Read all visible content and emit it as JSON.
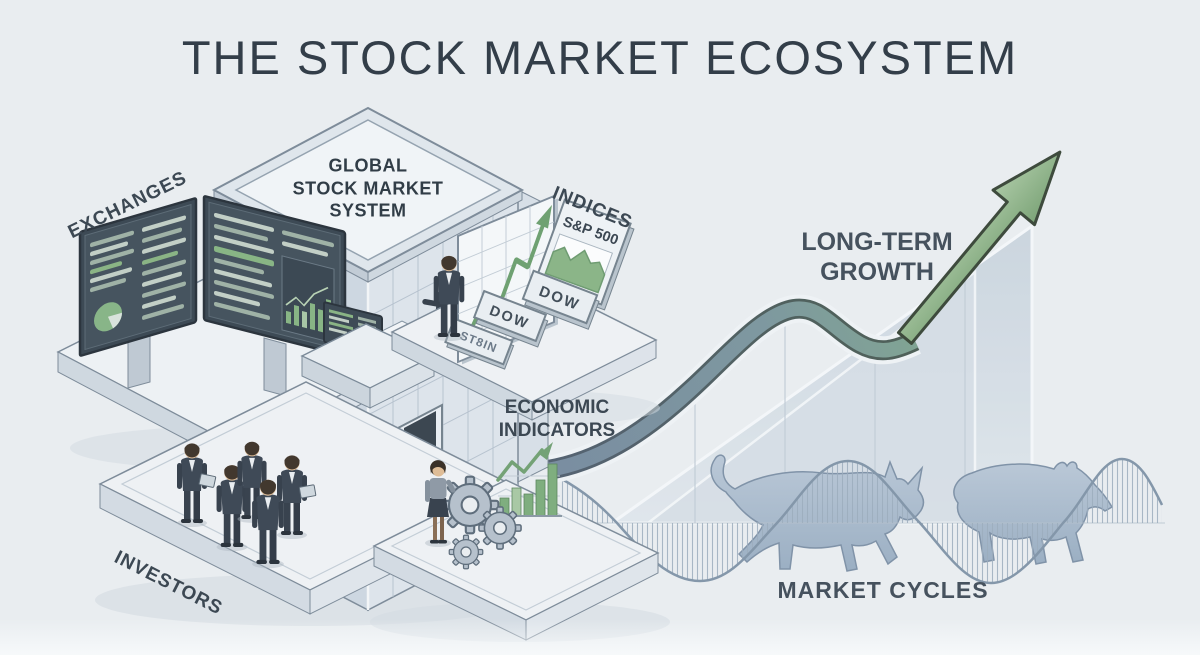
{
  "title": "THE STOCK MARKET ECOSYSTEM",
  "building": {
    "sign": "GLOBAL\nSTOCK MARKET\nSYSTEM"
  },
  "labels": {
    "exchanges": "EXCHANGES",
    "indices": "INDICES",
    "investors": "INVESTORS",
    "economic_indicators": "ECONOMIC\nINDICATORS",
    "long_term_growth": "LONG-TERM\nGROWTH",
    "market_cycles": "MARKET CYCLES"
  },
  "signs": {
    "sp500": "S&P 500",
    "dow_upper": "DOW",
    "dow_lower": "DOW",
    "stein": "ST8IN"
  },
  "icons": {
    "bull": "bull-silhouette",
    "bear": "bear-silhouette",
    "growth_arrow": "up-right-arrow",
    "gears": "gear-cluster",
    "pie_chart": "pie-chart",
    "bar_chart": "bar-chart",
    "line_chart": "zigzag-up-arrow-chart",
    "market_screens": "trading-wall-screens"
  },
  "palette": {
    "background": "#e9edf0",
    "ink": "#3c4853",
    "accent_green": "#8bb588",
    "slate_ribbon": "#7d92a5",
    "screen_dark": "#43505b",
    "animal_blue": "#a9bacd",
    "structure_light": "#dde4eb",
    "structure_mid": "#cdd7e1"
  }
}
